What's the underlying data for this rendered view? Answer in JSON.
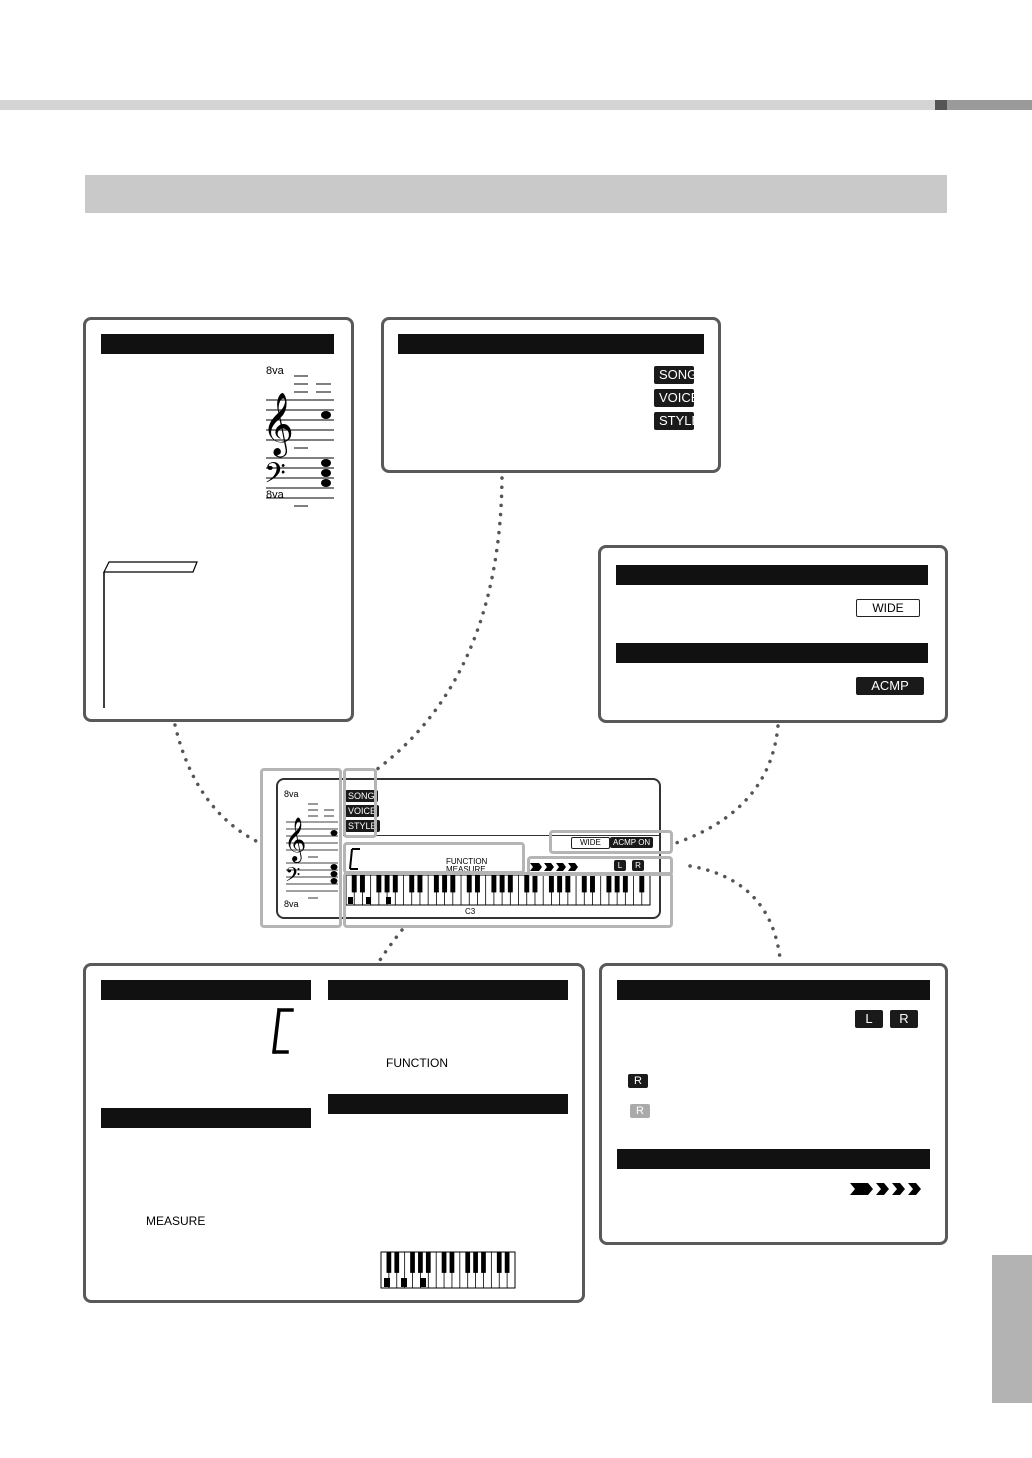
{
  "labels": {
    "ottava": "8va",
    "song": "SONG",
    "voice": "VOICE",
    "style": "STYLE",
    "wide": "WIDE",
    "acmp_on": "ACMP ON",
    "function": "FUNCTION",
    "measure": "MEASURE",
    "c3": "C3",
    "left": "L",
    "right": "R"
  },
  "colors": {
    "panel_border": "#595959",
    "header_bar": "#111111",
    "highlight": "#b5b5b5",
    "section_bar": "#c9c9c9"
  },
  "icons": [
    "treble-clef-icon",
    "bass-clef-icon",
    "arrow-chevrons-icon",
    "piano-keyboard-icon",
    "note-tab-icon"
  ]
}
